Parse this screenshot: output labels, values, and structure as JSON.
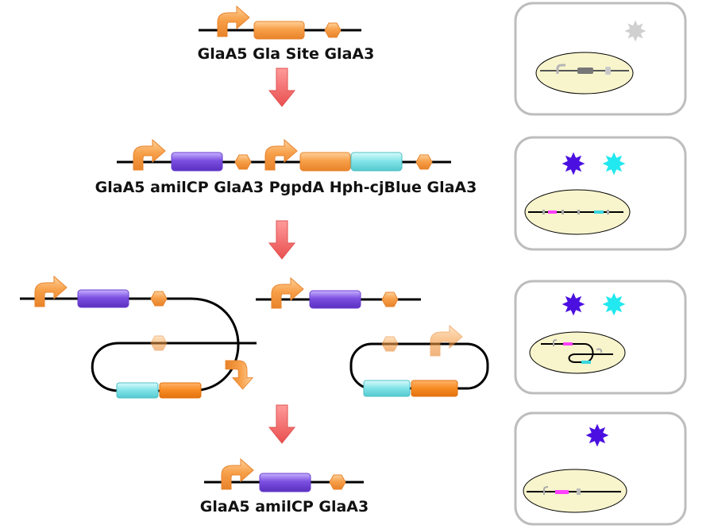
{
  "labels": {
    "step1": "GlaA5 Gla Site GlaA3",
    "step2": "GlaA5 amilCP GlaA3 PgpdA Hph-cjBlue GlaA3",
    "step4": "GlaA5 amilCP GlaA3"
  },
  "colors": {
    "promoter": "#f39a3c",
    "orange_gene": "#f7a04a",
    "purple_gene": "#7b4fe0",
    "cyan_gene": "#7fe0e6",
    "terminator": "#f7a04a",
    "arrow": "#f26f6f",
    "sun_purple": "#4b10e0",
    "sun_cyan": "#22e8ef",
    "sun_grey": "#d0d0d0",
    "cell_fill": "#f8f4cc",
    "panel_border": "#bdbdbd"
  },
  "panels": [
    {
      "suns": [
        "grey"
      ]
    },
    {
      "suns": [
        "purple",
        "cyan"
      ]
    },
    {
      "suns": [
        "purple",
        "cyan"
      ]
    },
    {
      "suns": [
        "purple"
      ]
    }
  ]
}
